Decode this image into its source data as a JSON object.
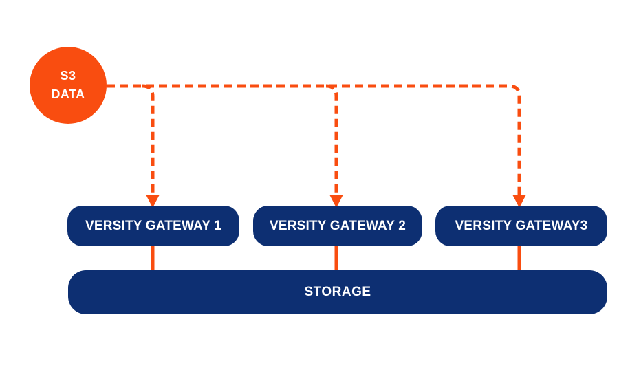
{
  "diagram": {
    "nodes": {
      "s3": {
        "label_line1": "S3",
        "label_line2": "DATA"
      },
      "gateways": [
        {
          "label": "VERSITY GATEWAY 1"
        },
        {
          "label": "VERSITY GATEWAY 2"
        },
        {
          "label": "VERSITY GATEWAY3"
        }
      ],
      "storage": {
        "label": "STORAGE"
      }
    },
    "edges": [
      {
        "from": "s3-data",
        "to": "versity-gateway-1",
        "style": "dashed-arrow"
      },
      {
        "from": "s3-data",
        "to": "versity-gateway-2",
        "style": "dashed-arrow"
      },
      {
        "from": "s3-data",
        "to": "versity-gateway-3",
        "style": "dashed-arrow"
      },
      {
        "from": "versity-gateway-1",
        "to": "storage",
        "style": "solid-line"
      },
      {
        "from": "versity-gateway-2",
        "to": "storage",
        "style": "solid-line"
      },
      {
        "from": "versity-gateway-3",
        "to": "storage",
        "style": "solid-line"
      }
    ],
    "colors": {
      "accent_orange": "#F94D10",
      "navy": "#0D2F72",
      "text_on_dark": "#FFFFFF",
      "background": "#FFFFFF"
    }
  }
}
